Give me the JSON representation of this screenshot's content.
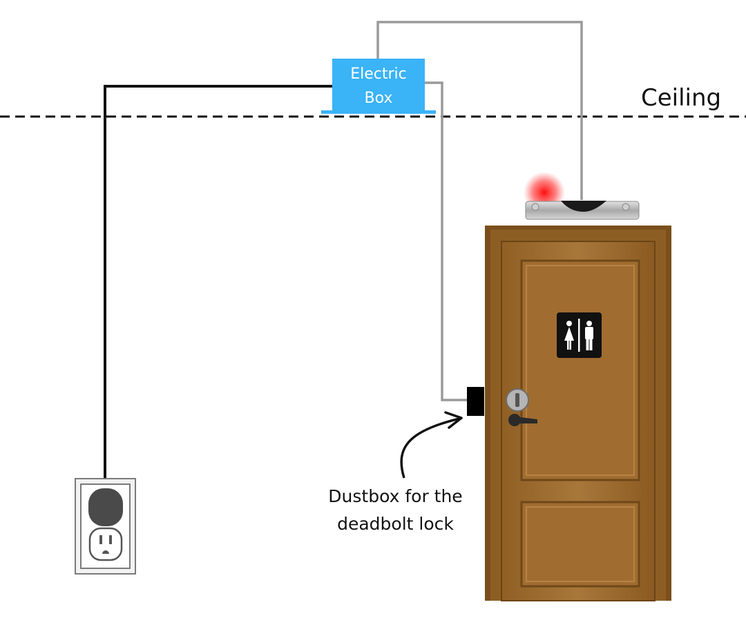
{
  "labels": {
    "ceiling": "Ceiling",
    "electric_box_line1": "Electric",
    "electric_box_line2": "Box",
    "dustbox_line1": "Dustbox for the",
    "dustbox_line2": "deadbolt lock"
  },
  "colors": {
    "electric_box": "#3ab3f7",
    "power_wire": "#111111",
    "signal_wire": "#9a9a9a",
    "door": "#9a6a2c",
    "door_dark": "#7a4f1c",
    "sensor_light": "#ff1a1a",
    "restroom_sign": "#111111"
  },
  "icons": {
    "outlet": "power-outlet-icon",
    "restroom": "restroom-sign-icon",
    "sensor": "door-sensor-icon",
    "lock": "deadbolt-lock-icon"
  }
}
